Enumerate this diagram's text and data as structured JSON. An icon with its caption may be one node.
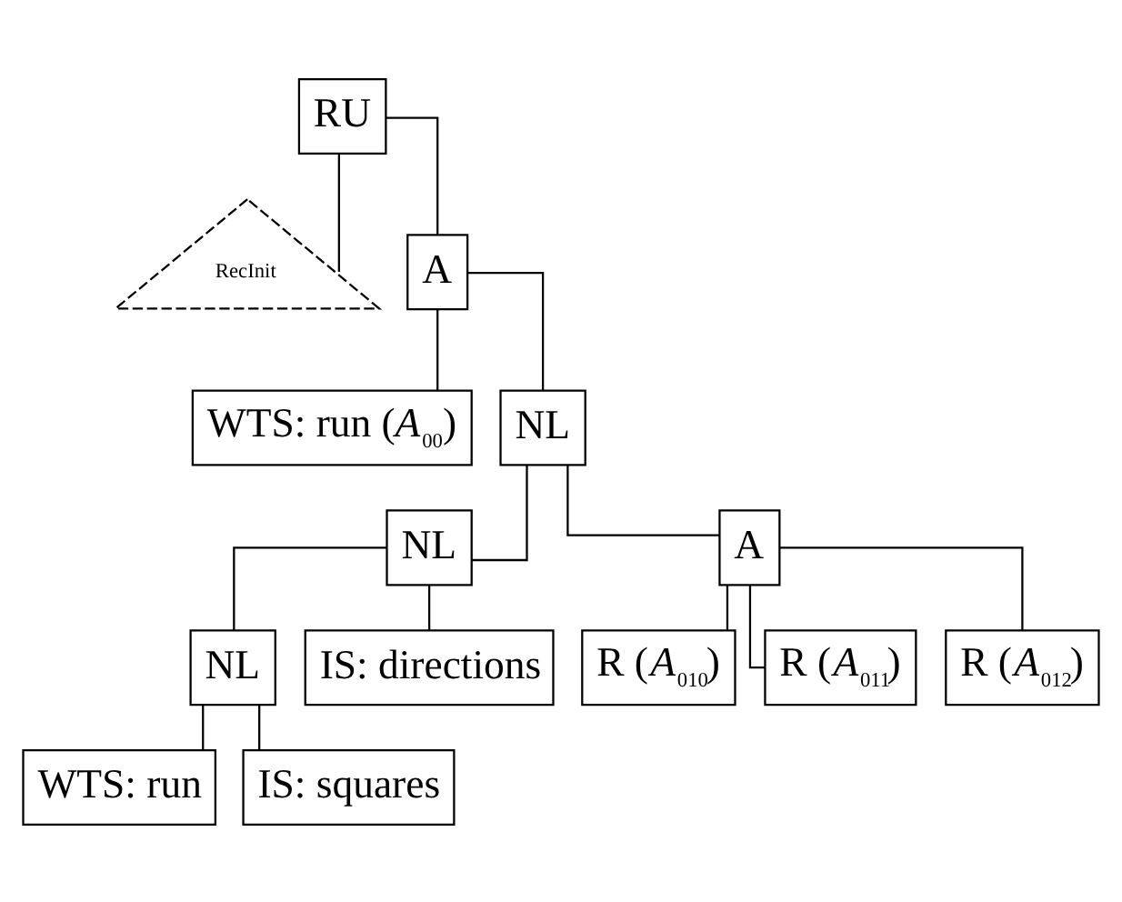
{
  "diagram": {
    "nodes": [
      {
        "text": [
          "RU"
        ]
      },
      {
        "text": [
          "RecInit"
        ]
      },
      {
        "text": [
          "A"
        ]
      },
      {
        "text": [
          "WTS: run (*A*$_{00}$)"
        ]
      },
      {
        "text": [
          "NL"
        ]
      },
      {
        "text": [
          "NL"
        ]
      },
      {
        "text": [
          "A"
        ]
      },
      {
        "text": [
          "NL"
        ]
      },
      {
        "text": [
          "IS: directions"
        ]
      },
      {
        "text": [
          "WTS: run"
        ]
      },
      {
        "text": [
          "IS: squares"
        ]
      },
      {
        "text": [
          "R (*A*$_{010}$)"
        ]
      },
      {
        "text": [
          "R (*A*$_{011}$)"
        ]
      },
      {
        "text": [
          "R (*A*$_{012}$)"
        ]
      }
    ],
    "edges": [
      {
        "from": 0,
        "to": 1,
        "arrow": "none"
      },
      {
        "from": 0,
        "to": 2,
        "arrow": "none"
      },
      {
        "from": 2,
        "to": 3,
        "arrow": "none"
      },
      {
        "from": 2,
        "to": 4,
        "arrow": "none"
      },
      {
        "from": 4,
        "to": 5,
        "arrow": "none"
      },
      {
        "from": 4,
        "to": 6,
        "arrow": "none"
      },
      {
        "from": 5,
        "to": 7,
        "arrow": "none"
      },
      {
        "from": 5,
        "to": 8,
        "arrow": "none"
      },
      {
        "from": 7,
        "to": 9,
        "arrow": "none"
      },
      {
        "from": 7,
        "to": 10,
        "arrow": "none"
      },
      {
        "from": 6,
        "to": 11,
        "arrow": "none"
      },
      {
        "from": 6,
        "to": 12,
        "arrow": "none"
      },
      {
        "from": 6,
        "to": 13,
        "arrow": "none"
      }
    ]
  }
}
